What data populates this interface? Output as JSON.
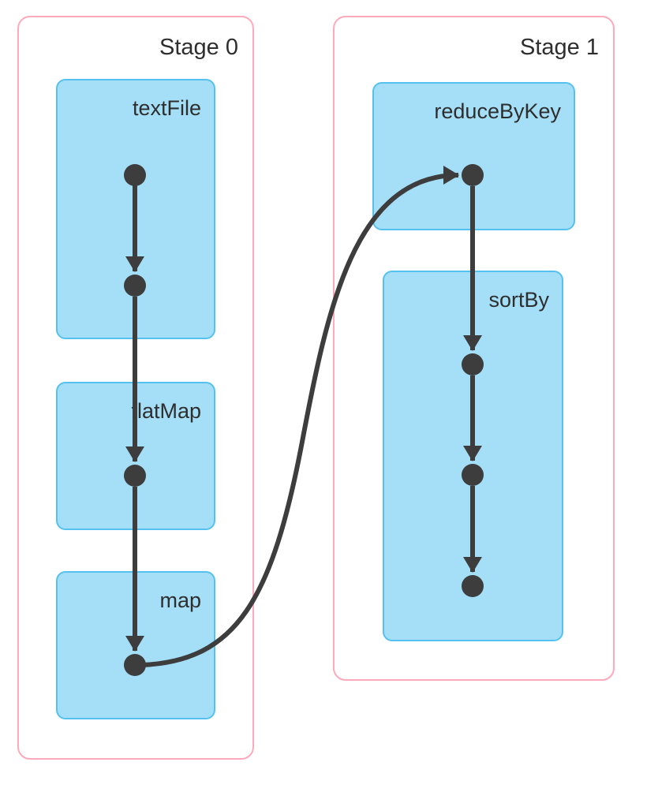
{
  "diagram": {
    "type": "dag",
    "colors": {
      "stage_border": "#ffa9ba",
      "operation_fill": "#a5def7",
      "operation_border": "#55c1f1",
      "edge": "#3d3d3d",
      "text": "#2e2e2e",
      "background": "#ffffff"
    },
    "stages": [
      {
        "label": "Stage 0",
        "operations": [
          {
            "label": "textFile"
          },
          {
            "label": "flatMap"
          },
          {
            "label": "map"
          }
        ]
      },
      {
        "label": "Stage 1",
        "operations": [
          {
            "label": "reduceByKey"
          },
          {
            "label": "sortBy"
          }
        ]
      }
    ],
    "edges": [
      {
        "from": "textFile",
        "to": "textFile"
      },
      {
        "from": "textFile",
        "to": "flatMap"
      },
      {
        "from": "flatMap",
        "to": "map"
      },
      {
        "from": "map",
        "to": "reduceByKey",
        "cross_stage": true
      },
      {
        "from": "reduceByKey",
        "to": "sortBy"
      },
      {
        "from": "sortBy",
        "to": "sortBy"
      },
      {
        "from": "sortBy",
        "to": "sortBy"
      }
    ]
  }
}
